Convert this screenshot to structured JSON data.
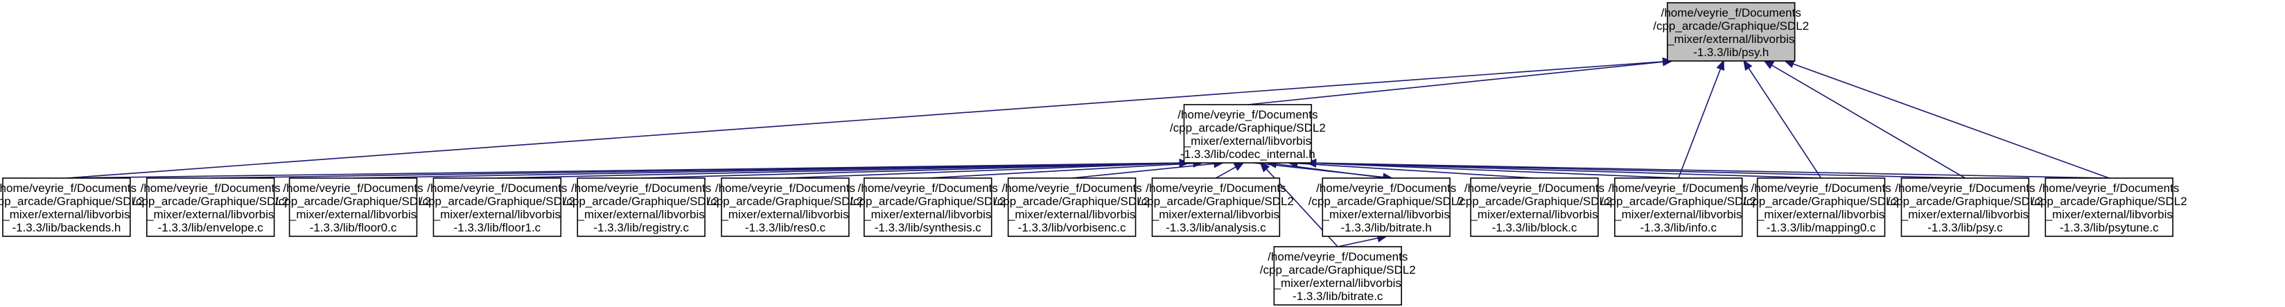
{
  "diagram": {
    "type": "include-dependency-graph",
    "colors": {
      "edge": "#191970",
      "root_fill": "#bfbfbf",
      "node_fill": "#ffffff",
      "border": "#000000"
    },
    "nodes": [
      {
        "id": "psy_h",
        "root": true,
        "lines": [
          "/home/veyrie_f/Documents",
          "/cpp_arcade/Graphique/SDL2",
          "_mixer/external/libvorbis",
          "-1.3.3/lib/psy.h"
        ]
      },
      {
        "id": "codec_internal_h",
        "lines": [
          "/home/veyrie_f/Documents",
          "/cpp_arcade/Graphique/SDL2",
          "_mixer/external/libvorbis",
          "-1.3.3/lib/codec_internal.h"
        ]
      },
      {
        "id": "backends_h",
        "lines": [
          "/home/veyrie_f/Documents",
          "/cpp_arcade/Graphique/SDL2",
          "_mixer/external/libvorbis",
          "-1.3.3/lib/backends.h"
        ]
      },
      {
        "id": "envelope_c",
        "lines": [
          "/home/veyrie_f/Documents",
          "/cpp_arcade/Graphique/SDL2",
          "_mixer/external/libvorbis",
          "-1.3.3/lib/envelope.c"
        ]
      },
      {
        "id": "floor0_c",
        "lines": [
          "/home/veyrie_f/Documents",
          "/cpp_arcade/Graphique/SDL2",
          "_mixer/external/libvorbis",
          "-1.3.3/lib/floor0.c"
        ]
      },
      {
        "id": "floor1_c",
        "lines": [
          "/home/veyrie_f/Documents",
          "/cpp_arcade/Graphique/SDL2",
          "_mixer/external/libvorbis",
          "-1.3.3/lib/floor1.c"
        ]
      },
      {
        "id": "registry_c",
        "lines": [
          "/home/veyrie_f/Documents",
          "/cpp_arcade/Graphique/SDL2",
          "_mixer/external/libvorbis",
          "-1.3.3/lib/registry.c"
        ]
      },
      {
        "id": "res0_c",
        "lines": [
          "/home/veyrie_f/Documents",
          "/cpp_arcade/Graphique/SDL2",
          "_mixer/external/libvorbis",
          "-1.3.3/lib/res0.c"
        ]
      },
      {
        "id": "synthesis_c",
        "lines": [
          "/home/veyrie_f/Documents",
          "/cpp_arcade/Graphique/SDL2",
          "_mixer/external/libvorbis",
          "-1.3.3/lib/synthesis.c"
        ]
      },
      {
        "id": "vorbisenc_c",
        "lines": [
          "/home/veyrie_f/Documents",
          "/cpp_arcade/Graphique/SDL2",
          "_mixer/external/libvorbis",
          "-1.3.3/lib/vorbisenc.c"
        ]
      },
      {
        "id": "analysis_c",
        "lines": [
          "/home/veyrie_f/Documents",
          "/cpp_arcade/Graphique/SDL2",
          "_mixer/external/libvorbis",
          "-1.3.3/lib/analysis.c"
        ]
      },
      {
        "id": "bitrate_h",
        "lines": [
          "/home/veyrie_f/Documents",
          "/cpp_arcade/Graphique/SDL2",
          "_mixer/external/libvorbis",
          "-1.3.3/lib/bitrate.h"
        ]
      },
      {
        "id": "block_c",
        "lines": [
          "/home/veyrie_f/Documents",
          "/cpp_arcade/Graphique/SDL2",
          "_mixer/external/libvorbis",
          "-1.3.3/lib/block.c"
        ]
      },
      {
        "id": "info_c",
        "lines": [
          "/home/veyrie_f/Documents",
          "/cpp_arcade/Graphique/SDL2",
          "_mixer/external/libvorbis",
          "-1.3.3/lib/info.c"
        ]
      },
      {
        "id": "mapping0_c",
        "lines": [
          "/home/veyrie_f/Documents",
          "/cpp_arcade/Graphique/SDL2",
          "_mixer/external/libvorbis",
          "-1.3.3/lib/mapping0.c"
        ]
      },
      {
        "id": "psy_c",
        "lines": [
          "/home/veyrie_f/Documents",
          "/cpp_arcade/Graphique/SDL2",
          "_mixer/external/libvorbis",
          "-1.3.3/lib/psy.c"
        ]
      },
      {
        "id": "psytune_c",
        "lines": [
          "/home/veyrie_f/Documents",
          "/cpp_arcade/Graphique/SDL2",
          "_mixer/external/libvorbis",
          "-1.3.3/lib/psytune.c"
        ]
      },
      {
        "id": "bitrate_c",
        "lines": [
          "/home/veyrie_f/Documents",
          "/cpp_arcade/Graphique/SDL2",
          "_mixer/external/libvorbis",
          "-1.3.3/lib/bitrate.c"
        ]
      }
    ],
    "edges": [
      {
        "from": "codec_internal_h",
        "to": "psy_h"
      },
      {
        "from": "backends_h",
        "to": "psy_h"
      },
      {
        "from": "info_c",
        "to": "psy_h"
      },
      {
        "from": "mapping0_c",
        "to": "psy_h"
      },
      {
        "from": "psy_c",
        "to": "psy_h"
      },
      {
        "from": "psytune_c",
        "to": "psy_h"
      },
      {
        "from": "backends_h",
        "to": "codec_internal_h"
      },
      {
        "from": "envelope_c",
        "to": "codec_internal_h"
      },
      {
        "from": "floor0_c",
        "to": "codec_internal_h"
      },
      {
        "from": "floor1_c",
        "to": "codec_internal_h"
      },
      {
        "from": "registry_c",
        "to": "codec_internal_h"
      },
      {
        "from": "res0_c",
        "to": "codec_internal_h"
      },
      {
        "from": "synthesis_c",
        "to": "codec_internal_h"
      },
      {
        "from": "vorbisenc_c",
        "to": "codec_internal_h"
      },
      {
        "from": "analysis_c",
        "to": "codec_internal_h"
      },
      {
        "from": "bitrate_h",
        "to": "codec_internal_h"
      },
      {
        "from": "codec_internal_h",
        "to": "bitrate_h"
      },
      {
        "from": "block_c",
        "to": "codec_internal_h"
      },
      {
        "from": "info_c",
        "to": "codec_internal_h"
      },
      {
        "from": "mapping0_c",
        "to": "codec_internal_h"
      },
      {
        "from": "psy_c",
        "to": "codec_internal_h"
      },
      {
        "from": "psytune_c",
        "to": "codec_internal_h"
      },
      {
        "from": "bitrate_c",
        "to": "codec_internal_h"
      },
      {
        "from": "bitrate_c",
        "to": "bitrate_h"
      }
    ]
  }
}
